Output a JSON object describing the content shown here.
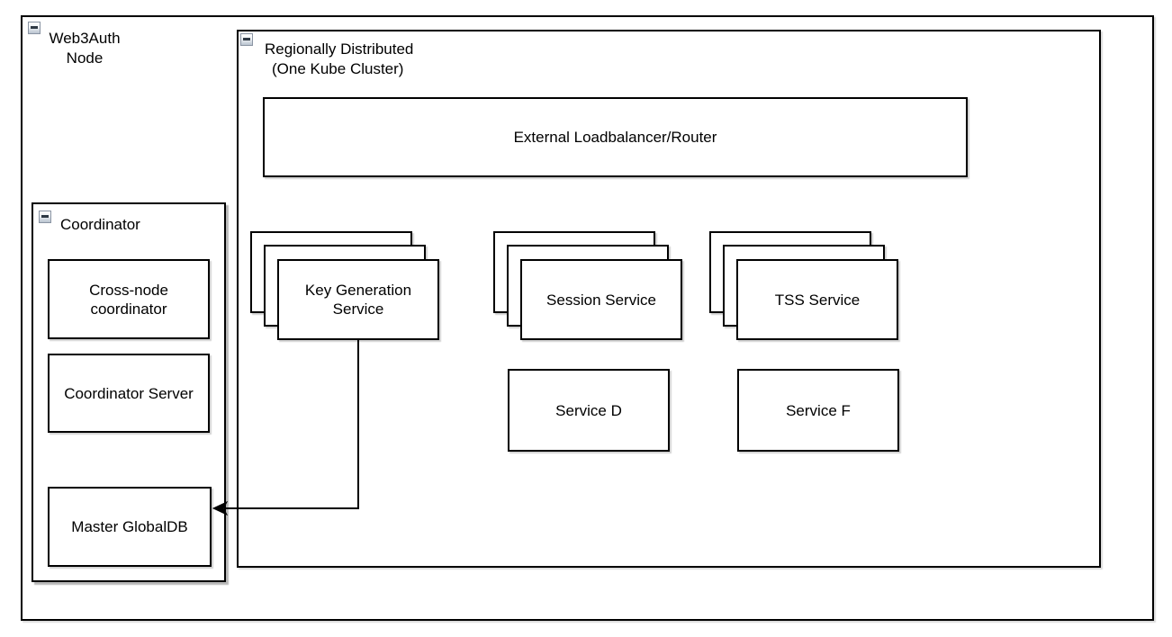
{
  "web3auth": {
    "lines": [
      "Web3Auth",
      "Node"
    ]
  },
  "cluster": {
    "lines": [
      "Regionally Distributed",
      "(One Kube Cluster)"
    ]
  },
  "loadbalancer": {
    "label": "External Loadbalancer/Router"
  },
  "stacks": [
    {
      "label": "Key Generation Service",
      "replicas": 3
    },
    {
      "label": "Session Service",
      "replicas": 3
    },
    {
      "label": "TSS Service",
      "replicas": 3
    }
  ],
  "services": [
    {
      "label": "Service D"
    },
    {
      "label": "Service F"
    }
  ],
  "coordinator": {
    "label": "Coordinator",
    "boxes": [
      {
        "label": "Cross-node coordinator"
      },
      {
        "label": "Coordinator Server"
      },
      {
        "label": "Master GlobalDB"
      }
    ]
  },
  "connections": [
    {
      "from": "Key Generation Service",
      "to": "Master GlobalDB",
      "style": "orthogonal-arrow"
    }
  ],
  "icons": {
    "collapse": "minus-icon"
  },
  "colors": {
    "stroke": "#000000",
    "fill": "#ffffff",
    "shadow": "#cccccc",
    "icon_face_bottom": "#b9c3cf",
    "icon_border": "#8a94a3"
  }
}
